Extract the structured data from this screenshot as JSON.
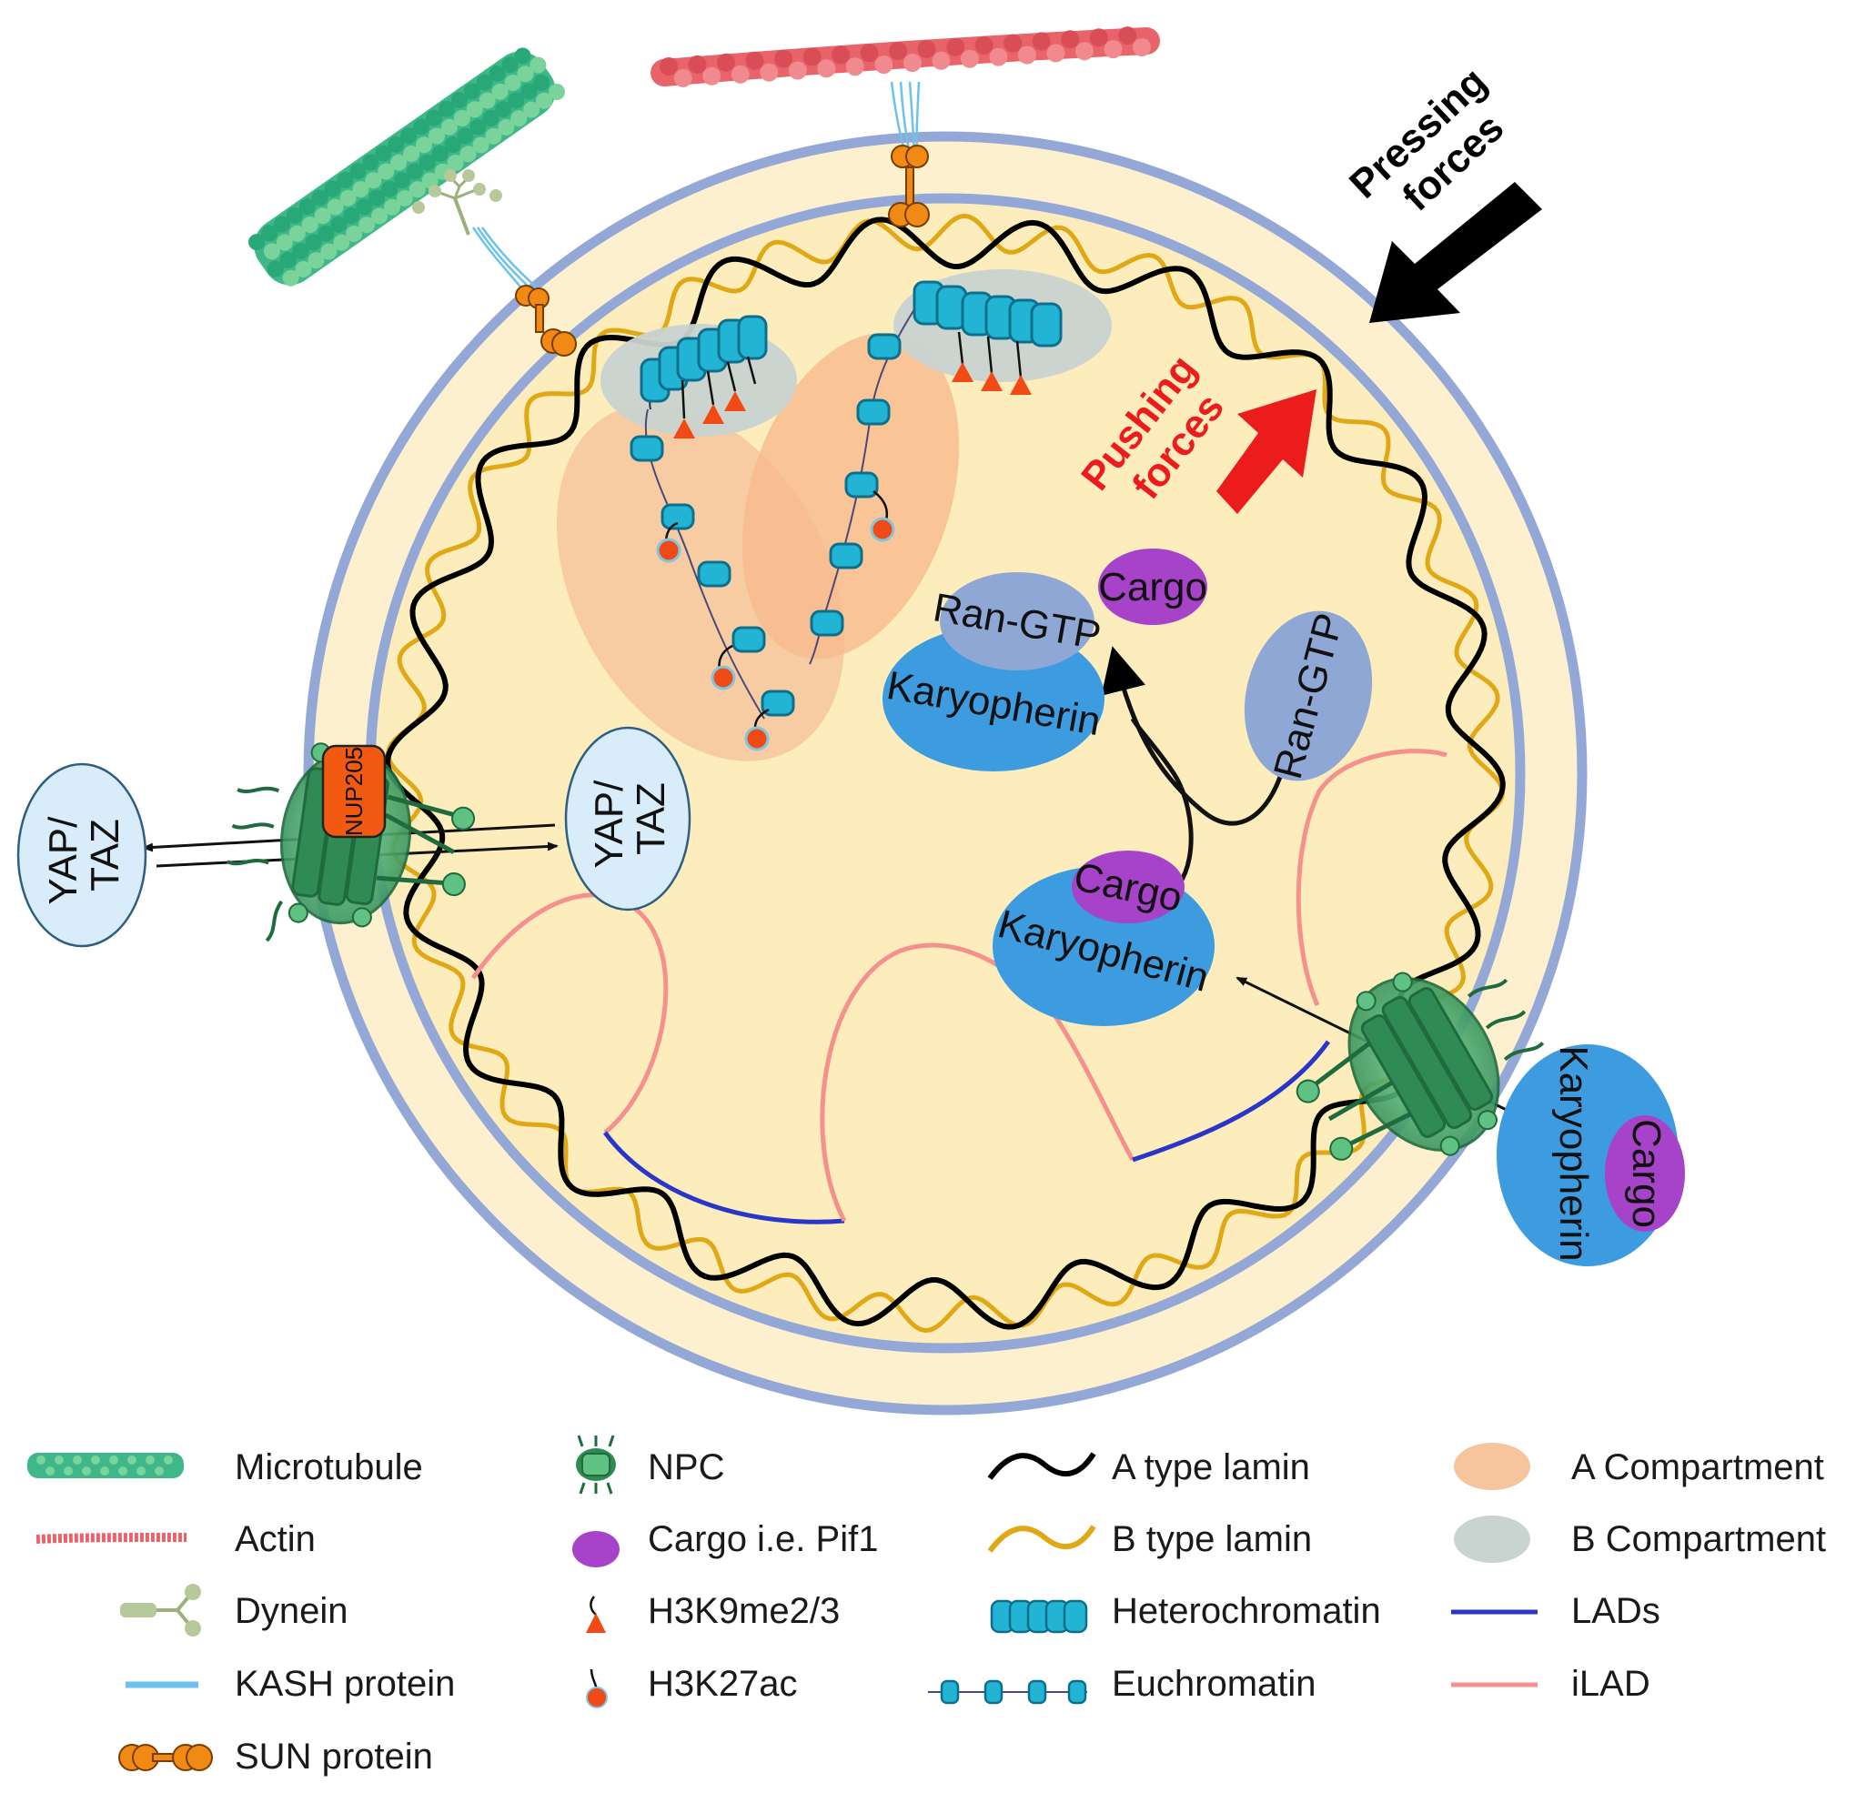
{
  "colors": {
    "envelope_outer": "#93a8d6",
    "envelope_fill": "#fdf0cf",
    "nucleoplasm": "#fdedbd",
    "lamin_a": "#000000",
    "lamin_b": "#e0a814",
    "a_compartment": "#f7c59d",
    "b_compartment": "#c9d3d0",
    "lads": "#2a36c8",
    "ilad": "#f5908c",
    "karyopherin": "#3d9be0",
    "cargo": "#a743c9",
    "ran_gtp": "#8fa7d4",
    "yap_taz": "#d8ecfa",
    "nup205": "#f25a12",
    "npc": "#3c9e5e",
    "pressing_arrow": "#000000",
    "pushing_arrow": "#ec1c1c",
    "heterochromatin": "#22b4d4",
    "h3k9_marker": "#f24a14",
    "h3k27_marker": "#ef4a18",
    "sun": "#f08a14",
    "kash": "#6cc2ec",
    "microtubule": "#3fb889",
    "actin": "#e8636a",
    "dynein": "#b7c99b"
  },
  "diagram": {
    "pressing_forces": [
      "Pressing",
      "forces"
    ],
    "pushing_forces": [
      "Pushing",
      "forces"
    ],
    "cargo_free": "Cargo",
    "ran_gtp_complex": "Ran-GTP",
    "karyopherin_complex": "Karyopherin",
    "ran_gtp_free": "Ran-GTP",
    "cargo_bound": "Cargo",
    "karyopherin_bound": "Karyopherin",
    "karyopherin_outside": "Karyopherin",
    "cargo_outside": "Cargo",
    "nup205": "NUP205",
    "yap_taz_outside": [
      "YAP/",
      "TAZ"
    ],
    "yap_taz_inside": [
      "YAP/",
      "TAZ"
    ]
  },
  "legend": {
    "col1": [
      "Microtubule",
      "Actin",
      "Dynein",
      "KASH protein",
      "SUN protein"
    ],
    "col2": [
      "NPC",
      "Cargo i.e. Pif1",
      "H3K9me2/3",
      "H3K27ac"
    ],
    "col3": [
      "A type lamin",
      "B type lamin",
      "Heterochromatin",
      "Euchromatin"
    ],
    "col4": [
      "A Compartment",
      "B Compartment",
      "LADs",
      "iLAD"
    ],
    "icons": {
      "col1": [
        "microtubule-icon",
        "actin-icon",
        "dynein-icon",
        "kash-icon",
        "sun-icon"
      ],
      "col2": [
        "npc-icon",
        "cargo-icon",
        "h3k9-marker-icon",
        "h3k27-marker-icon"
      ],
      "col3": [
        "lamin-a-icon",
        "lamin-b-icon",
        "heterochromatin-icon",
        "euchromatin-icon"
      ],
      "col4": [
        "a-compartment-icon",
        "b-compartment-icon",
        "lads-icon",
        "ilad-icon"
      ]
    }
  }
}
